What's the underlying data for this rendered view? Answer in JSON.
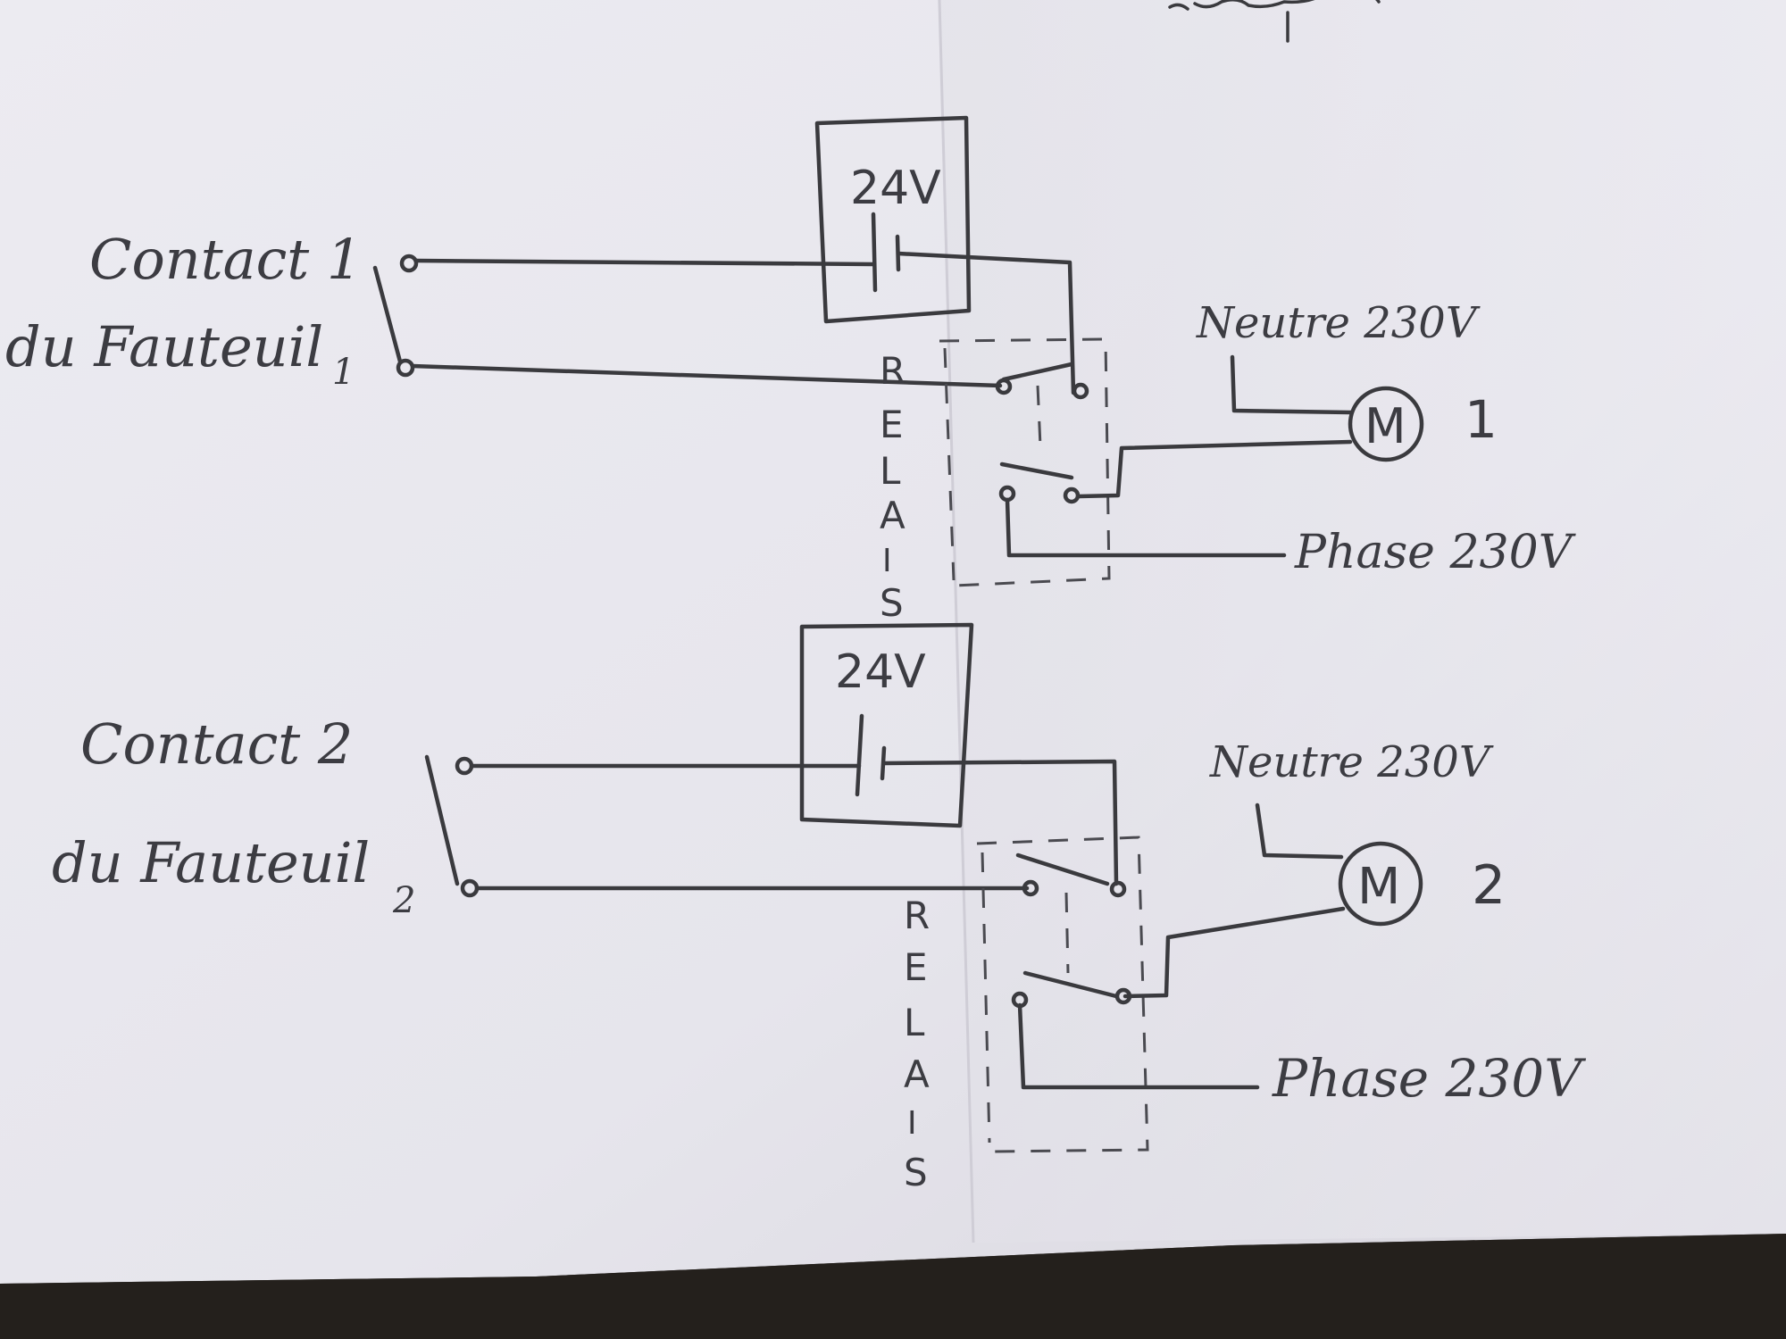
{
  "header_scrawl": "",
  "circuit_1": {
    "contact_label_1": "Contact 1",
    "contact_label_2": "du Fauteuil",
    "contact_subscript": "1",
    "supply_label": "24V",
    "relay_letters": [
      "R",
      "E",
      "L",
      "A",
      "I",
      "S"
    ],
    "neutral_label": "Neutre 230V",
    "phase_label": "Phase 230V",
    "motor_symbol": "M",
    "motor_number": "1"
  },
  "circuit_2": {
    "contact_label_1": "Contact 2",
    "contact_label_2": "du Fauteuil",
    "contact_subscript": "2",
    "supply_label": "24V",
    "relay_letters": [
      "R",
      "E",
      "L",
      "A",
      "I",
      "S"
    ],
    "neutral_label": "Neutre 230V",
    "phase_label": "Phase 230V",
    "motor_symbol": "M",
    "motor_number": "2"
  },
  "colors": {
    "paper": "#e9e8ee",
    "paper_shadow": "#d6d5dc",
    "ink": "#3a3a3e",
    "background": "#2a2622"
  }
}
